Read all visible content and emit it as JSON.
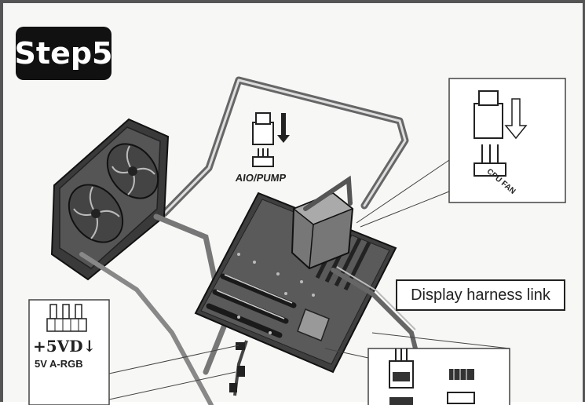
{
  "step_badge": "Step5",
  "aio_pump_label": "AIO/PUMP",
  "cpu_fan_label": "CPU FAN",
  "argb_voltage": "+5VD↓",
  "argb_label": "5V A-RGB",
  "display_link_label": "Display harness link"
}
